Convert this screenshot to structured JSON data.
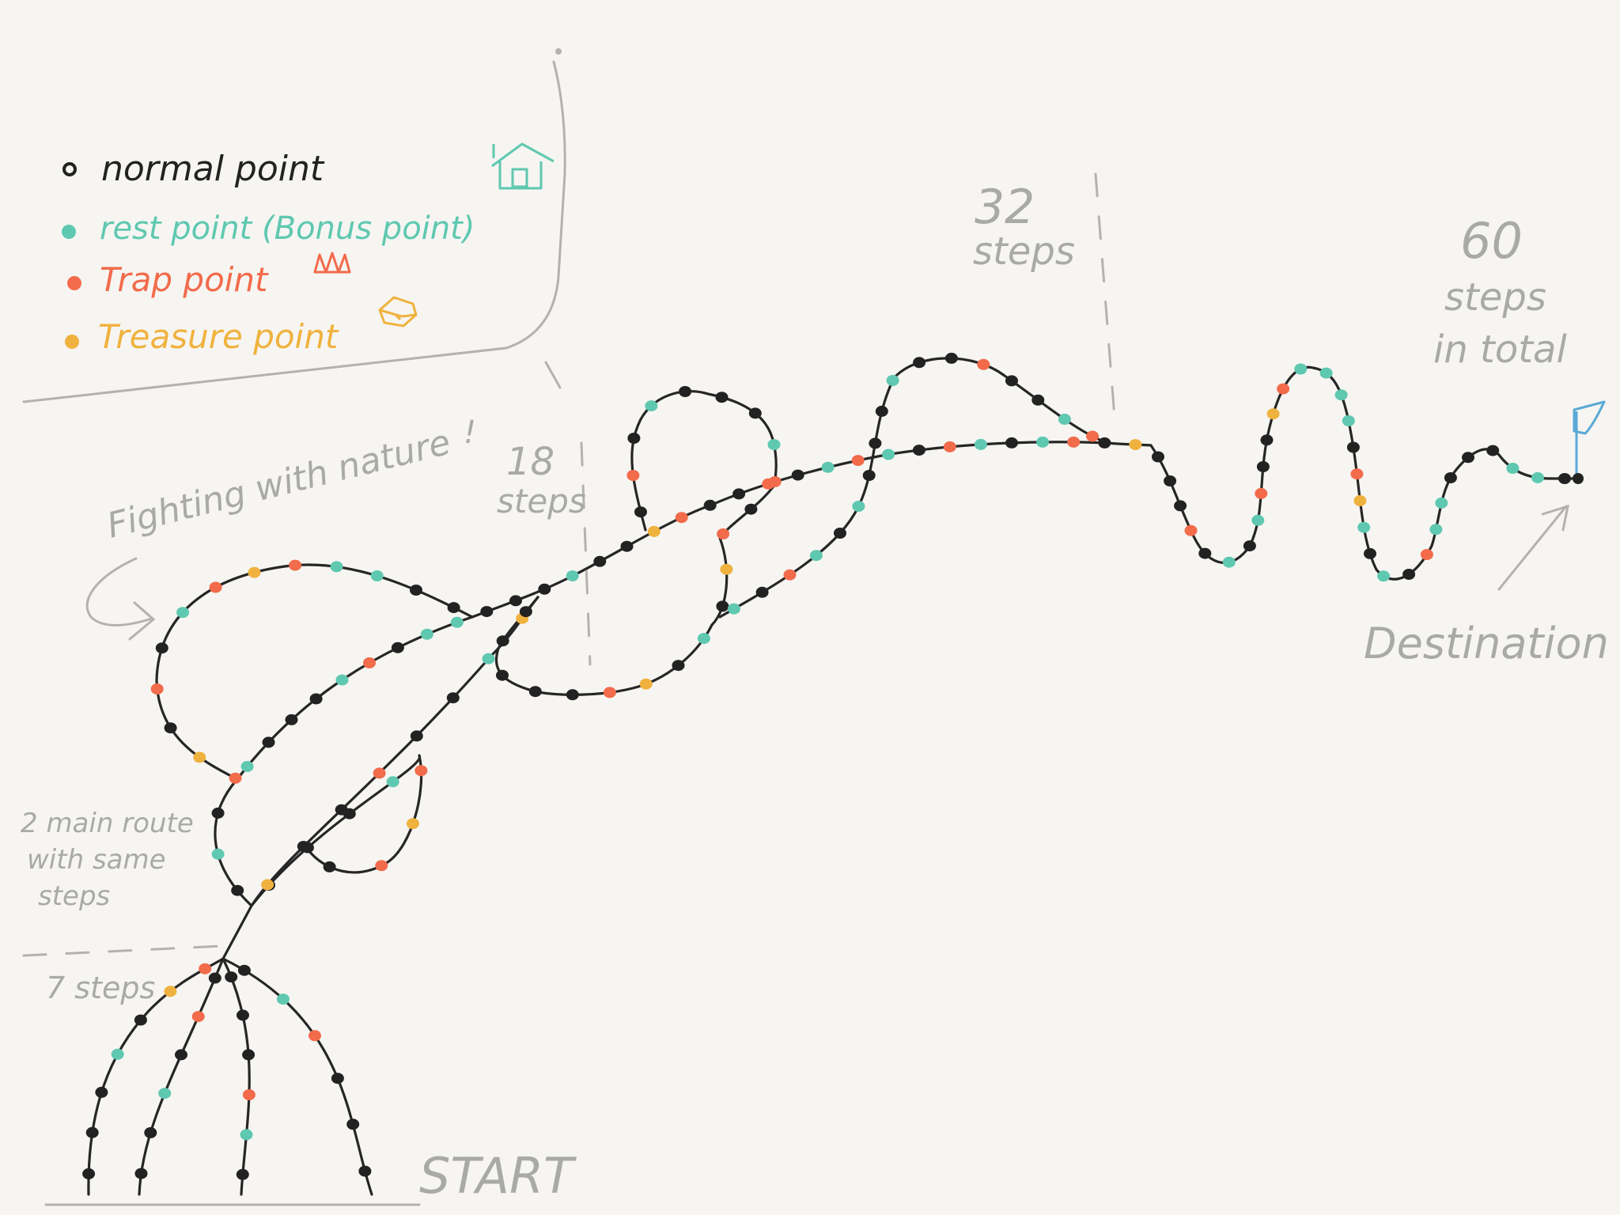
{
  "legend": {
    "items": [
      {
        "label": "normal point",
        "color": "#222222"
      },
      {
        "label": "rest point (Bonus point)",
        "color": "#5fc8b0",
        "icon": "house-icon"
      },
      {
        "label": "Trap point",
        "color": "#f26b4b",
        "icon": "spikes-icon"
      },
      {
        "label": "Treasure point",
        "color": "#f0b23e",
        "icon": "treasure-chest-icon"
      }
    ]
  },
  "notes": {
    "fighting": "Fighting with nature",
    "fighting_mark": "!",
    "main_route_1": "2 main route",
    "main_route_2": "with same",
    "main_route_3": "steps",
    "seven_steps": "7 steps",
    "eighteen_n": "18",
    "eighteen_s": "steps",
    "thirtytwo_n": "32",
    "thirtytwo_s": "steps",
    "sixty_n": "60",
    "sixty_s": "steps",
    "sixty_t": "in total",
    "start": "START",
    "destination": "Destination"
  },
  "colors": {
    "normal": "#222222",
    "rest": "#5fc8b0",
    "trap": "#f26b4b",
    "treasure": "#f0b23e",
    "guide": "#b3b2ae",
    "flag": "#5aa9d6"
  }
}
